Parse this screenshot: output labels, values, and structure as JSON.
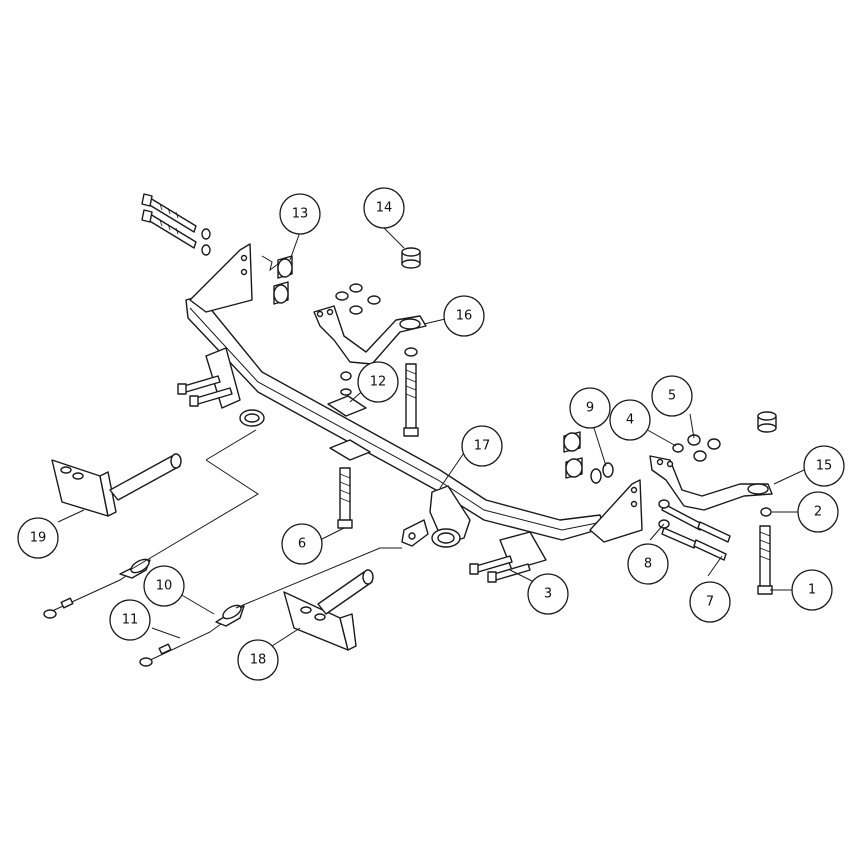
{
  "callouts": [
    {
      "id": "callout-1",
      "label": "1"
    },
    {
      "id": "callout-2",
      "label": "2"
    },
    {
      "id": "callout-3",
      "label": "3"
    },
    {
      "id": "callout-4",
      "label": "4"
    },
    {
      "id": "callout-5",
      "label": "5"
    },
    {
      "id": "callout-6",
      "label": "6"
    },
    {
      "id": "callout-7",
      "label": "7"
    },
    {
      "id": "callout-8",
      "label": "8"
    },
    {
      "id": "callout-9",
      "label": "9"
    },
    {
      "id": "callout-10",
      "label": "10"
    },
    {
      "id": "callout-11",
      "label": "11"
    },
    {
      "id": "callout-12",
      "label": "12"
    },
    {
      "id": "callout-13",
      "label": "13"
    },
    {
      "id": "callout-14",
      "label": "14"
    },
    {
      "id": "callout-15",
      "label": "15"
    },
    {
      "id": "callout-16",
      "label": "16"
    },
    {
      "id": "callout-17",
      "label": "17"
    },
    {
      "id": "callout-18",
      "label": "18"
    },
    {
      "id": "callout-19",
      "label": "19"
    }
  ],
  "colors": {
    "line": "#1a1a1a",
    "background": "#ffffff"
  }
}
